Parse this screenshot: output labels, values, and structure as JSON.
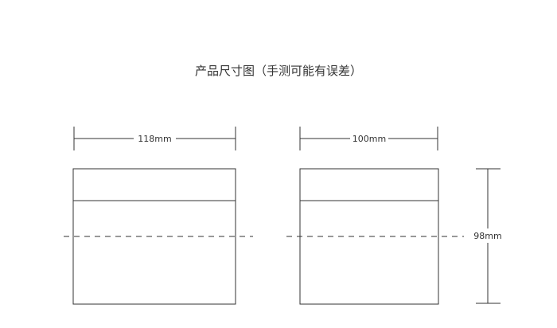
{
  "title": "产品尺寸图（手测可能有误差）",
  "dimensions": {
    "box_a_width": "118mm",
    "box_b_width": "100mm",
    "height": "98mm"
  },
  "colors": {
    "line": "#333333",
    "background": "#ffffff"
  }
}
